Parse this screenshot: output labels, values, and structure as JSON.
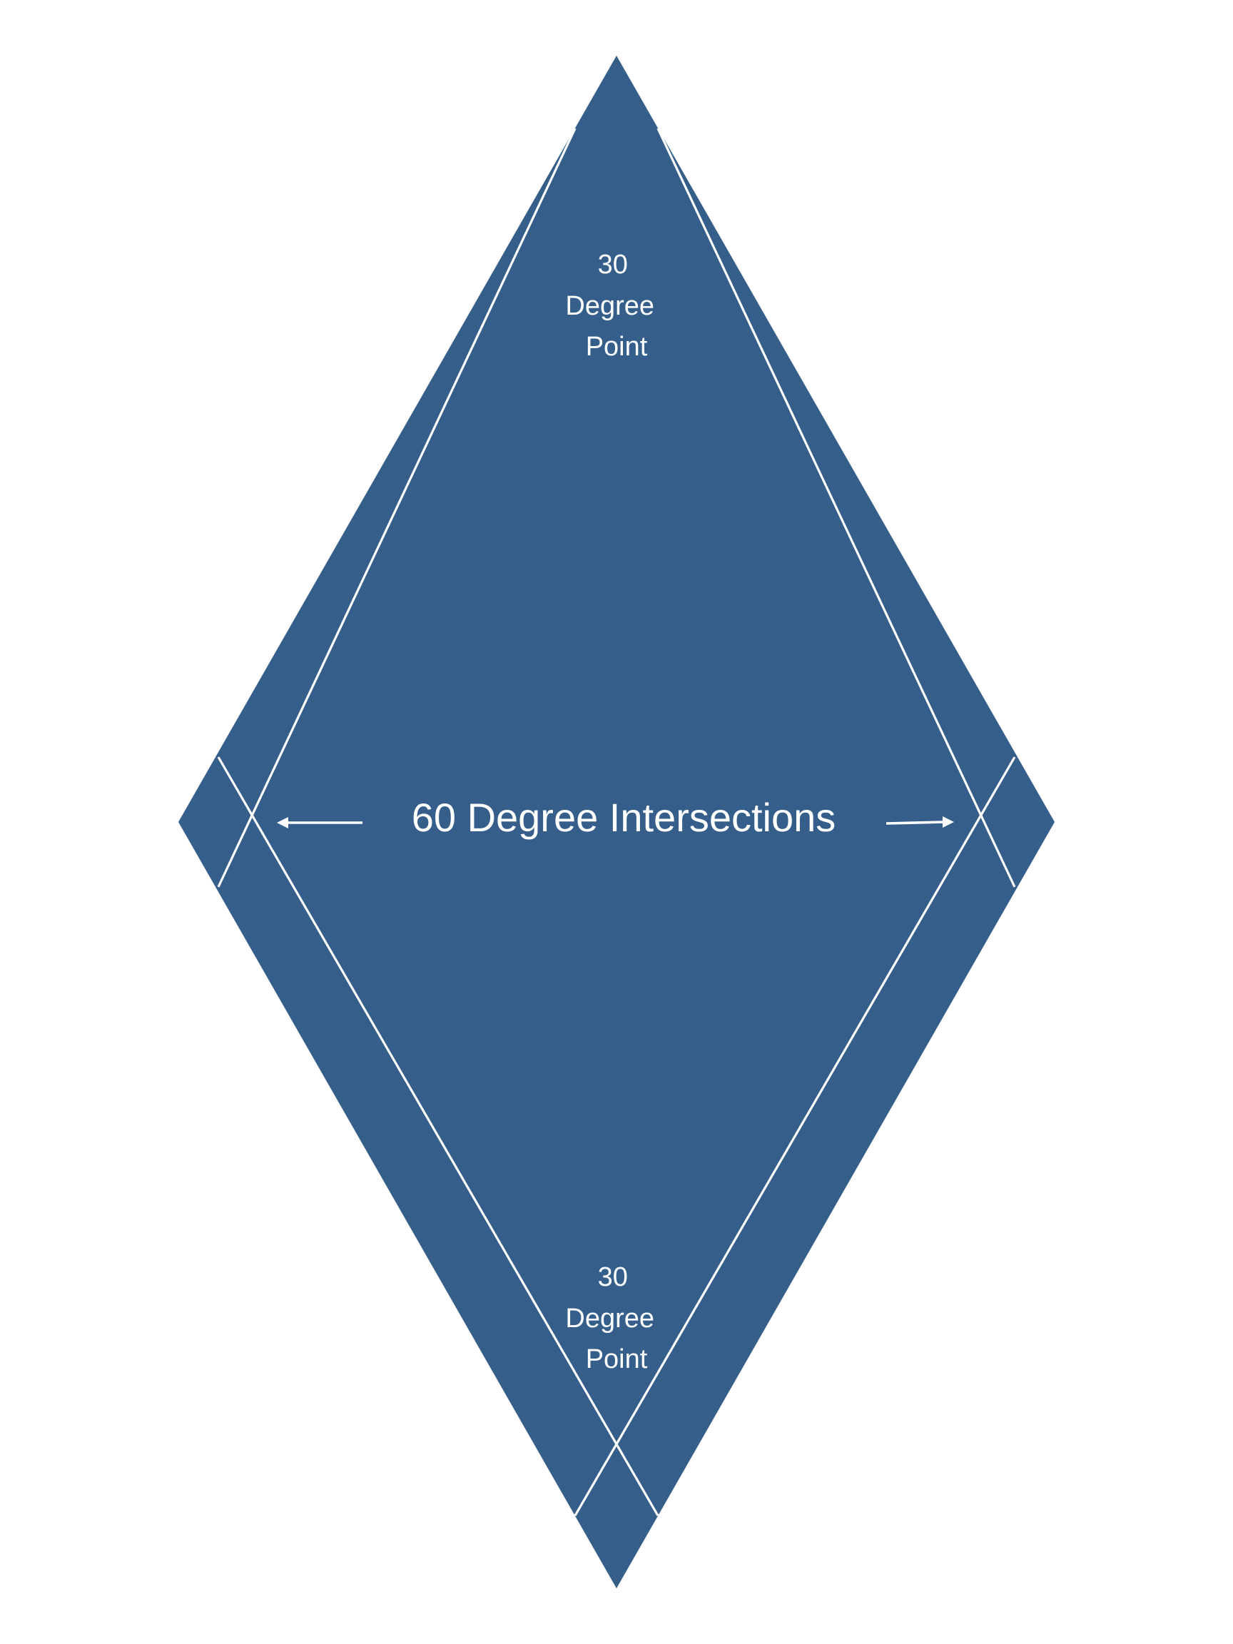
{
  "colors": {
    "diamond_fill": "#355f8a",
    "line": "#ffffff",
    "background": "#ffffff"
  },
  "labels": {
    "top_point": {
      "line1": "30",
      "line2": "Degree",
      "line3": "Point"
    },
    "bottom_point": {
      "line1": "30",
      "line2": "Degree",
      "line3": "Point"
    },
    "intersections": "60 Degree Intersections"
  },
  "icons": {
    "left_arrow": "arrow-left-icon",
    "right_arrow": "arrow-right-icon"
  }
}
